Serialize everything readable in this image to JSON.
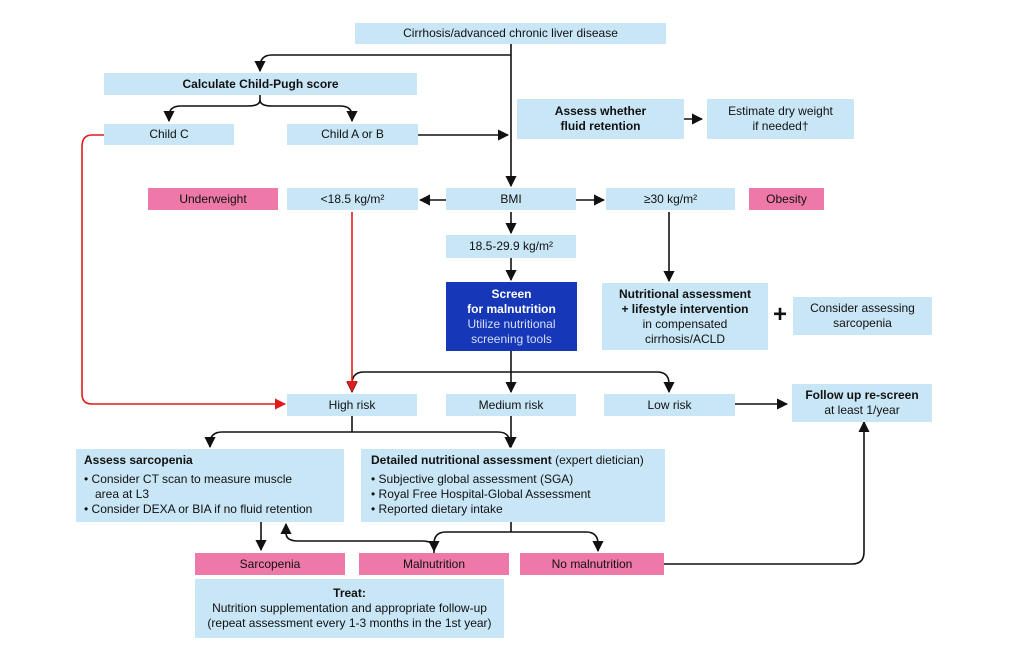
{
  "nodes": {
    "cirrhosis": "Cirrhosis/advanced chronic liver disease",
    "child_pugh": "Calculate Child-Pugh score",
    "child_c": "Child C",
    "child_ab": "Child A or B",
    "fluid_line1": "Assess whether",
    "fluid_line2": "fluid retention",
    "dry_line1": "Estimate dry weight",
    "dry_line2": "if needed†",
    "underweight": "Underweight",
    "bmi_low": "<18.5 kg/m²",
    "bmi": "BMI",
    "bmi_high": "≥30 kg/m²",
    "obesity": "Obesity",
    "bmi_mid": "18.5-29.9 kg/m²",
    "screen_line1": "Screen",
    "screen_line2": "for malnutrition",
    "screen_line3": "Utilize nutritional",
    "screen_line4": "screening tools",
    "nutr_line1": "Nutritional assessment",
    "nutr_line2": "+ lifestyle intervention",
    "nutr_line3": "in compensated",
    "nutr_line4": "cirrhosis/ACLD",
    "plus": "+",
    "sarc_consider_line1": "Consider assessing",
    "sarc_consider_line2": "sarcopenia",
    "high_risk": "High risk",
    "medium_risk": "Medium risk",
    "low_risk": "Low risk",
    "follow_line1": "Follow up re-screen",
    "follow_line2": "at least 1/year",
    "assess_sarc_title": "Assess sarcopenia",
    "assess_sarc_item1_line1": "Consider CT scan to measure muscle",
    "assess_sarc_item1_line2": "area at L3",
    "assess_sarc_item2": "Consider DEXA or BIA if no fluid retention",
    "detailed_title": "Detailed nutritional assessment",
    "detailed_title_note": "(expert dietician)",
    "detailed_item1": "Subjective global assessment (SGA)",
    "detailed_item2": "Royal Free Hospital-Global Assessment",
    "detailed_item3": "Reported dietary intake",
    "sarcopenia": "Sarcopenia",
    "malnutrition": "Malnutrition",
    "no_malnutrition": "No malnutrition",
    "treat_title": "Treat:",
    "treat_line1": "Nutrition supplementation and appropriate follow-up",
    "treat_line2": "(repeat assessment every 1-3 months in the 1st year)"
  },
  "colors": {
    "box": "#c8e6f6",
    "outcome": "#ee78a8",
    "screen": "#1638b8",
    "arrow": "#111111",
    "highlight_arrow": "#e11b1b"
  }
}
